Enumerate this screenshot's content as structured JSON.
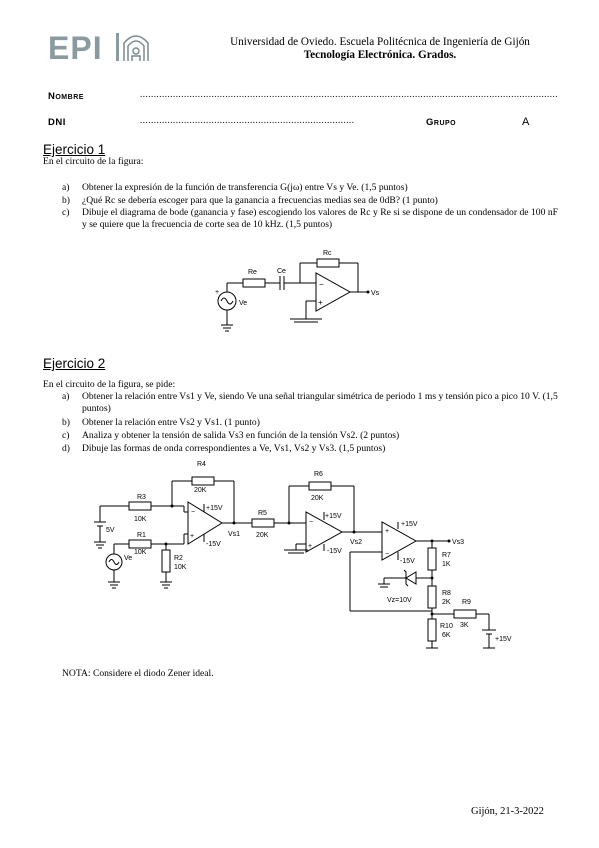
{
  "header": {
    "university": "Universidad de Oviedo. Escuela Politécnica de Ingeniería de Gijón",
    "course": "Tecnología Electrónica. Grados.",
    "logo_text": "EPI"
  },
  "student": {
    "name_label": "Nombre",
    "dni_label": "DNI",
    "group_label": "Grupo",
    "group_value": "A"
  },
  "ex1": {
    "title": "Ejercicio 1",
    "intro": "En el circuito de la figura:",
    "items": [
      {
        "marker": "a)",
        "text": "Obtener la expresión de la función de transferencia G(jω) entre Vs y Ve. (1,5 puntos)"
      },
      {
        "marker": "b)",
        "text": "¿Qué Rc se debería escoger para que la ganancia a frecuencias medias sea de 0dB? (1 punto)"
      },
      {
        "marker": "c)",
        "text": "Dibuje el diagrama de bode (ganancia y fase) escogiendo los valores de Rc y Re si se dispone de un condensador de 100 nF y se quiere que la frecuencia de corte sea de 10 kHz. (1,5 puntos)"
      }
    ],
    "circuit": {
      "re": "Re",
      "ce": "Ce",
      "rc": "Rc",
      "ve": "Ve",
      "vs": "Vs"
    }
  },
  "ex2": {
    "title": "Ejercicio 2",
    "intro": "En el circuito de la figura, se pide:",
    "items": [
      {
        "marker": "a)",
        "text": "Obtener la relación entre Vs1 y Ve, siendo Ve una señal triangular simétrica de periodo 1 ms y tensión pico a pico 10 V. (1,5 puntos)"
      },
      {
        "marker": "b)",
        "text": "Obtener la relación entre Vs2 y Vs1. (1 punto)"
      },
      {
        "marker": "c)",
        "text": "Analiza y obtener la tensión de salida Vs3 en función de la tensión Vs2. (2 puntos)"
      },
      {
        "marker": "d)",
        "text": "Dibuje las formas de onda correspondientes a Ve, Vs1, Vs2 y Vs3. (1,5 puntos)"
      }
    ],
    "circuit": {
      "r4": "R4",
      "r4v": "20K",
      "r3": "R3",
      "r3v": "10K",
      "r1": "R1",
      "r1v": "10K",
      "r2": "R2",
      "r2v": "10K",
      "r5": "R5",
      "r5v": "20K",
      "r6": "R6",
      "r6v": "20K",
      "r7": "R7",
      "r7v": "1K",
      "r8": "R8",
      "r8v": "2K",
      "r9": "R9",
      "r9v": "3K",
      "r10": "R10",
      "r10v": "6K",
      "bat": "5V",
      "ve": "Ve",
      "vs1": "Vs1",
      "vs2": "Vs2",
      "vs3": "Vs3",
      "p15": "+15V",
      "m15": "-15V",
      "vz": "Vz=10V"
    }
  },
  "note": "NOTA: Considere el diodo Zener ideal.",
  "footer": {
    "date": "Gijón, 21-3-2022"
  }
}
